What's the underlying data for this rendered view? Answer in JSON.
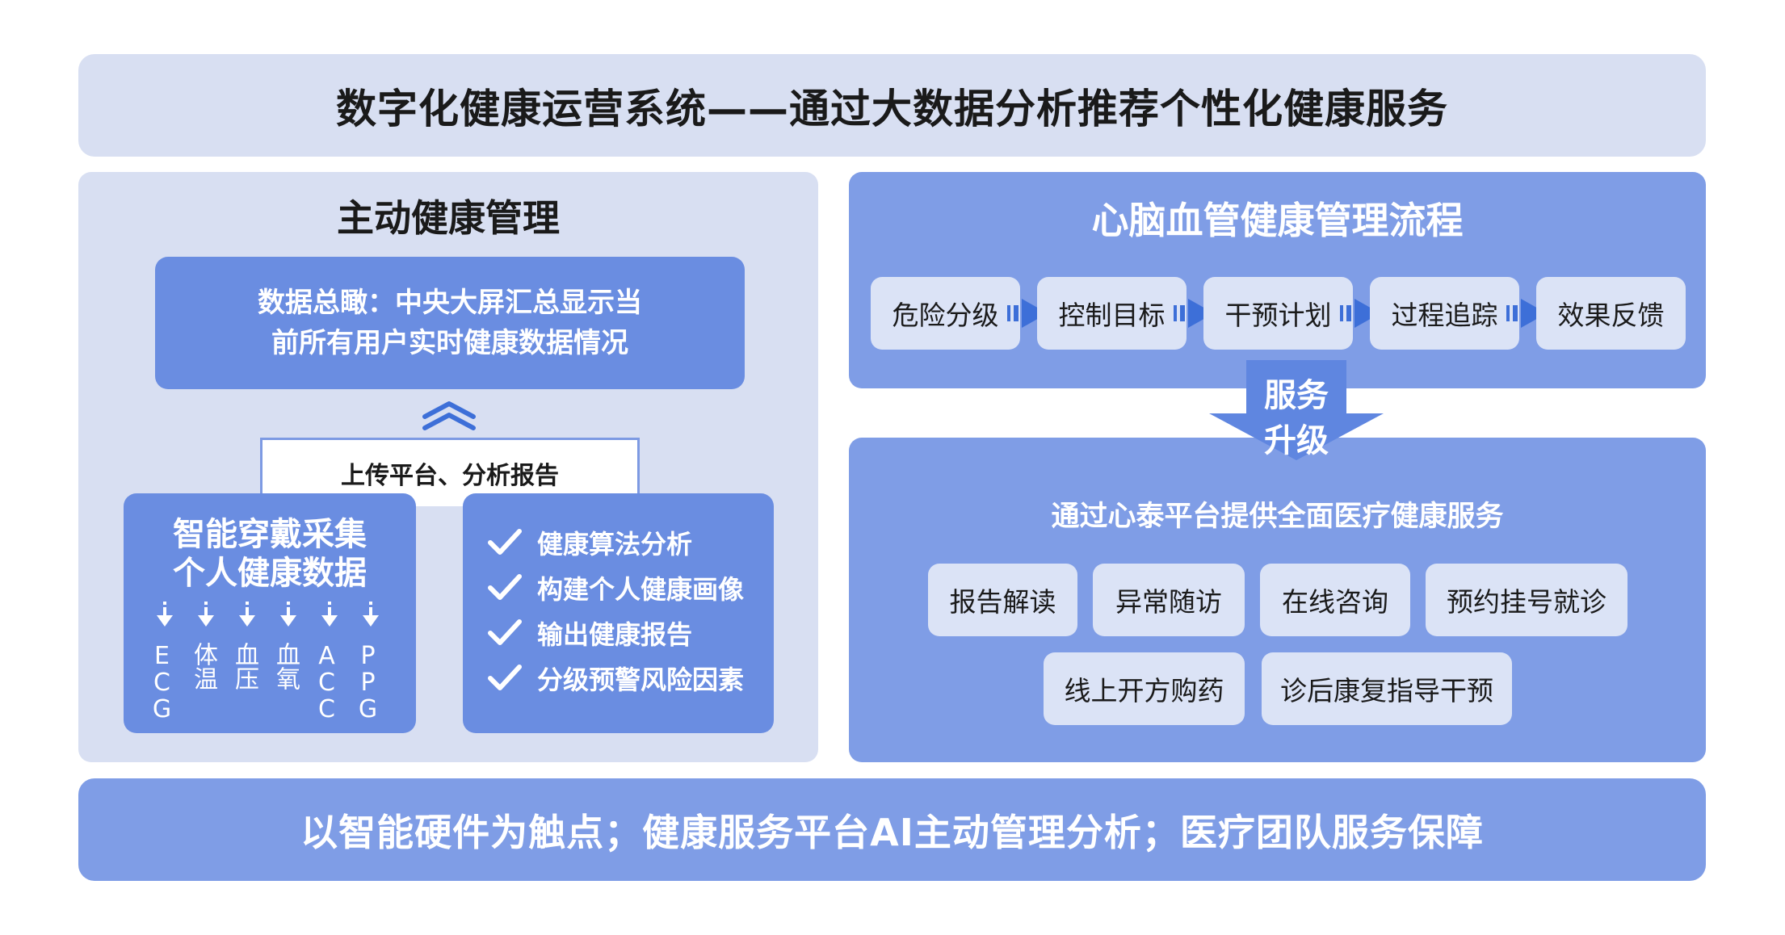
{
  "header": {
    "title": "数字化健康运营系统——通过大数据分析推荐个性化健康服务"
  },
  "left": {
    "title": "主动健康管理",
    "overview_line1": "数据总瞰：中央大屏汇总显示当",
    "overview_line2": "前所有用户实时健康数据情况",
    "upload": "上传平台、分析报告",
    "wearable_line1": "智能穿戴采集",
    "wearable_line2": "个人健康数据",
    "metrics": [
      "ECG",
      "体温",
      "血压",
      "血氧",
      "ACC",
      "PPG"
    ],
    "analysis": [
      "健康算法分析",
      "构建个人健康画像",
      "输出健康报告",
      "分级预警风险因素"
    ]
  },
  "flow": {
    "title": "心脑血管健康管理流程",
    "steps": [
      "危险分级",
      "控制目标",
      "干预计划",
      "过程追踪",
      "效果反馈"
    ]
  },
  "upgrade": {
    "line1": "服务",
    "line2": "升级"
  },
  "services": {
    "title": "通过心泰平台提供全面医疗健康服务",
    "items": [
      "报告解读",
      "异常随访",
      "在线咨询",
      "预约挂号就诊",
      "线上开方购药",
      "诊后康复指导干预"
    ]
  },
  "footer": {
    "text": "以智能硬件为触点；健康服务平台AI主动管理分析；医疗团队服务保障"
  },
  "colors": {
    "panel_light": "#d8dff2",
    "panel_blue": "#7f9de6",
    "box_blue": "#6a8de1",
    "chip": "#dbe3f6"
  },
  "icons": [
    "chevron-up-icon",
    "arrow-down-icon",
    "check-icon",
    "arrow-right-icon"
  ]
}
